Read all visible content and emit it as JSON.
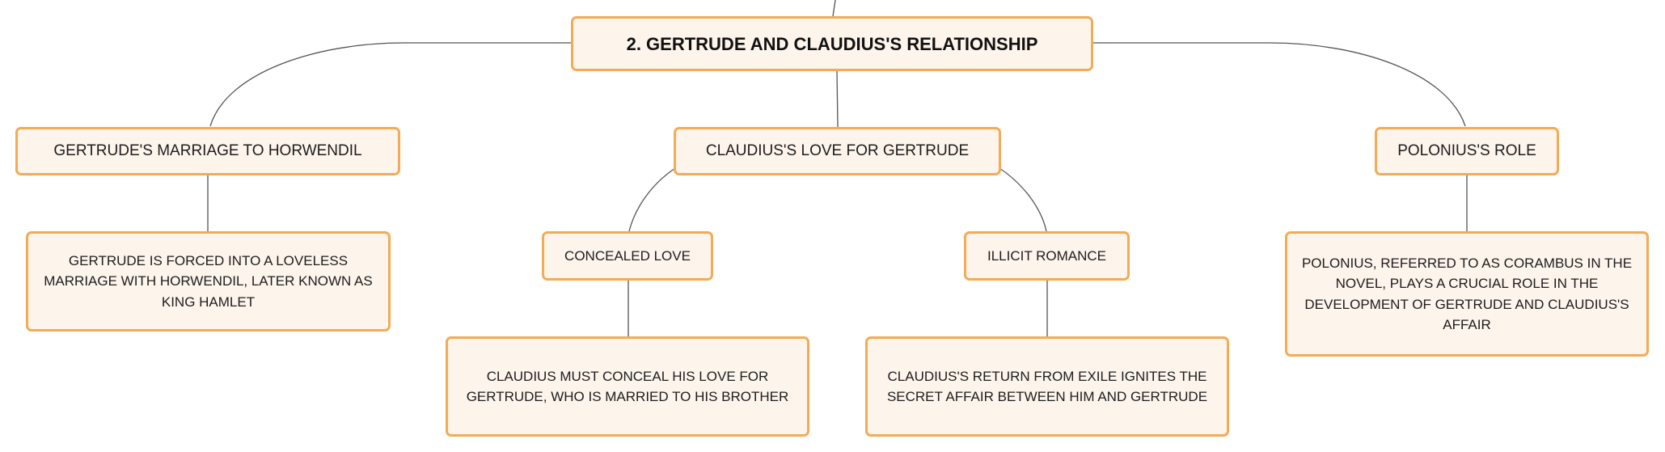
{
  "colors": {
    "node_fill": "#fdf4ec",
    "node_border": "#f3ab55",
    "connector": "#555555",
    "text": "#1d1d1d"
  },
  "mindmap": {
    "root": {
      "label": "2. GERTRUDE AND CLAUDIUS'S RELATIONSHIP"
    },
    "branches": [
      {
        "label": "GERTRUDE'S MARRIAGE TO HORWENDIL",
        "detail": "GERTRUDE IS FORCED INTO A LOVELESS MARRIAGE WITH HORWENDIL, LATER KNOWN AS KING HAMLET"
      },
      {
        "label": "CLAUDIUS'S LOVE FOR GERTRUDE",
        "children": [
          {
            "label": "CONCEALED LOVE",
            "detail": "CLAUDIUS MUST CONCEAL HIS LOVE FOR GERTRUDE, WHO IS MARRIED TO HIS BROTHER"
          },
          {
            "label": "ILLICIT ROMANCE",
            "detail": "CLAUDIUS'S RETURN FROM EXILE IGNITES THE SECRET AFFAIR BETWEEN HIM AND GERTRUDE"
          }
        ]
      },
      {
        "label": "POLONIUS'S ROLE",
        "detail": "POLONIUS, REFERRED TO AS CORAMBUS IN THE NOVEL, PLAYS A CRUCIAL ROLE IN THE DEVELOPMENT OF GERTRUDE AND CLAUDIUS'S AFFAIR"
      }
    ]
  }
}
